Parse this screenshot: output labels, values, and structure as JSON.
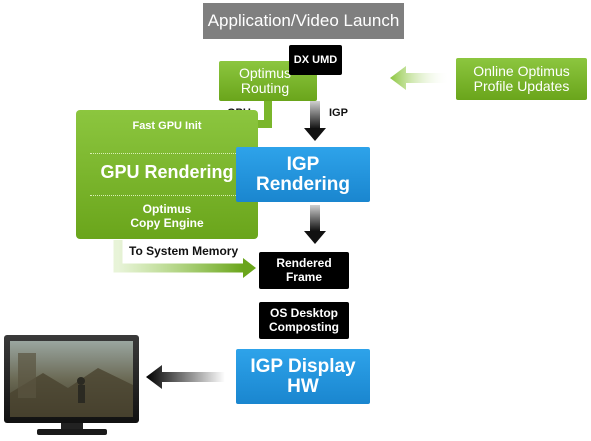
{
  "diagram": {
    "launch": "Application/Video Launch",
    "dx_umd": "DX UMD",
    "optimus_routing": "Optimus\nRouting",
    "profile_updates": "Online Optimus\nProfile Updates",
    "gpu_label": "GPU",
    "igp_label": "IGP",
    "gpu_panel": {
      "fast_init": "Fast GPU Init",
      "rendering": "GPU Rendering",
      "copy_engine": "Optimus\nCopy Engine"
    },
    "igp_rendering": "IGP\nRendering",
    "to_system_memory": "To System Memory",
    "rendered_frame": "Rendered\nFrame",
    "os_desktop": "OS Desktop\nComposting",
    "igp_display": "IGP Display\nHW"
  },
  "colors": {
    "green": "#7ab62b",
    "blue": "#1f94dd",
    "gray": "#7f7f7f",
    "black": "#000000"
  },
  "icons": [
    "monitor-icon"
  ]
}
